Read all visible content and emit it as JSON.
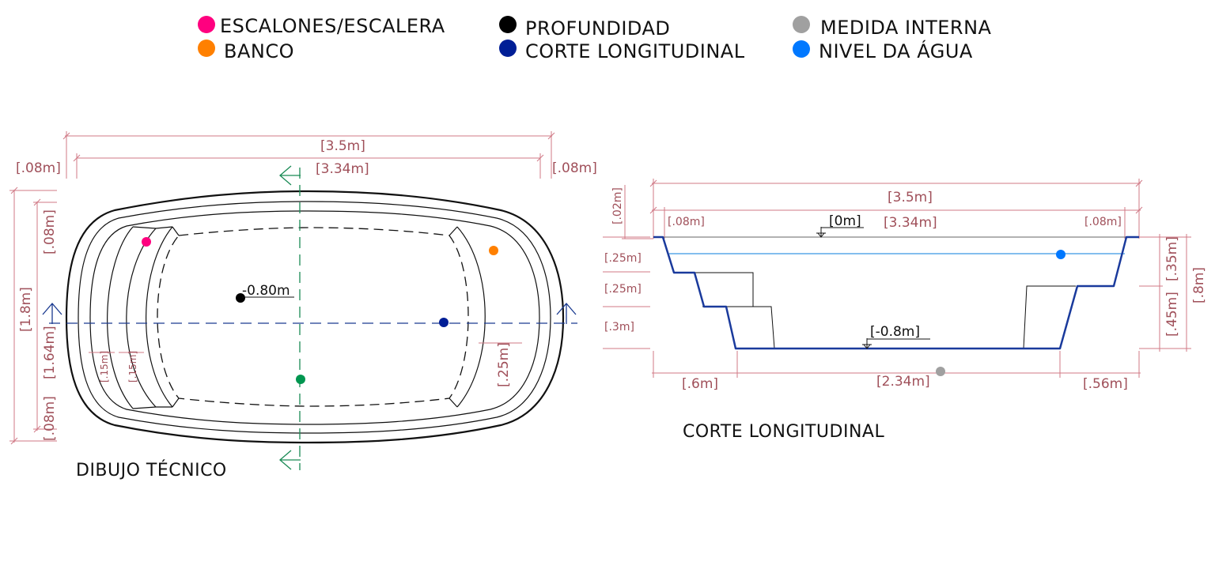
{
  "colors": {
    "stairs": "#ff007f",
    "bench": "#ff8000",
    "depth": "#000000",
    "longitudinal_cut": "#001e96",
    "internal_measure": "#a0a0a0",
    "water_level": "#0078ff",
    "cross_cut": "#009650",
    "dimension": "#a0505a"
  },
  "legend": [
    {
      "label": "ESCALONES/ESCALERA",
      "color_key": "stairs"
    },
    {
      "label": "BANCO",
      "color_key": "bench"
    },
    {
      "label": "PROFUNDIDAD",
      "color_key": "depth"
    },
    {
      "label": "CORTE LONGITUDINAL",
      "color_key": "longitudinal_cut"
    },
    {
      "label": "MEDIDA INTERNA",
      "color_key": "internal_measure"
    },
    {
      "label": "NIVEL DA ÁGUA",
      "color_key": "water_level"
    }
  ],
  "plan": {
    "caption": "DIBUJO TÉCNICO",
    "overall_length": "[3.5m]",
    "inner_length": "[3.34m]",
    "edge_left": "[.08m]",
    "edge_right": "[.08m]",
    "overall_width": "[1.8m]",
    "inner_width": "[1.64m]",
    "edge_top": "[.08m]",
    "edge_bottom": "[.08m]",
    "step_a": "[.15m]",
    "step_b": "[.15m]",
    "bench_width": "[.25m]",
    "depth_label": "-0.80m"
  },
  "section": {
    "caption": "CORTE LONGITUDINAL",
    "overall_length": "[3.5m]",
    "inner_length": "[3.34m]",
    "edge_left": "[.08m]",
    "edge_right": "[.08m]",
    "rim": "[.02m]",
    "step1": "[.25m]",
    "step2": "[.25m]",
    "step3": "[.3m]",
    "bench_top": "[.35m]",
    "bench_bottom": "[.45m]",
    "total_depth": "[.8m]",
    "left_run": "[.6m]",
    "floor_length": "[2.34m]",
    "right_run": "[.56m]",
    "level_top": "[0m]",
    "level_bottom": "[-0.8m]"
  }
}
